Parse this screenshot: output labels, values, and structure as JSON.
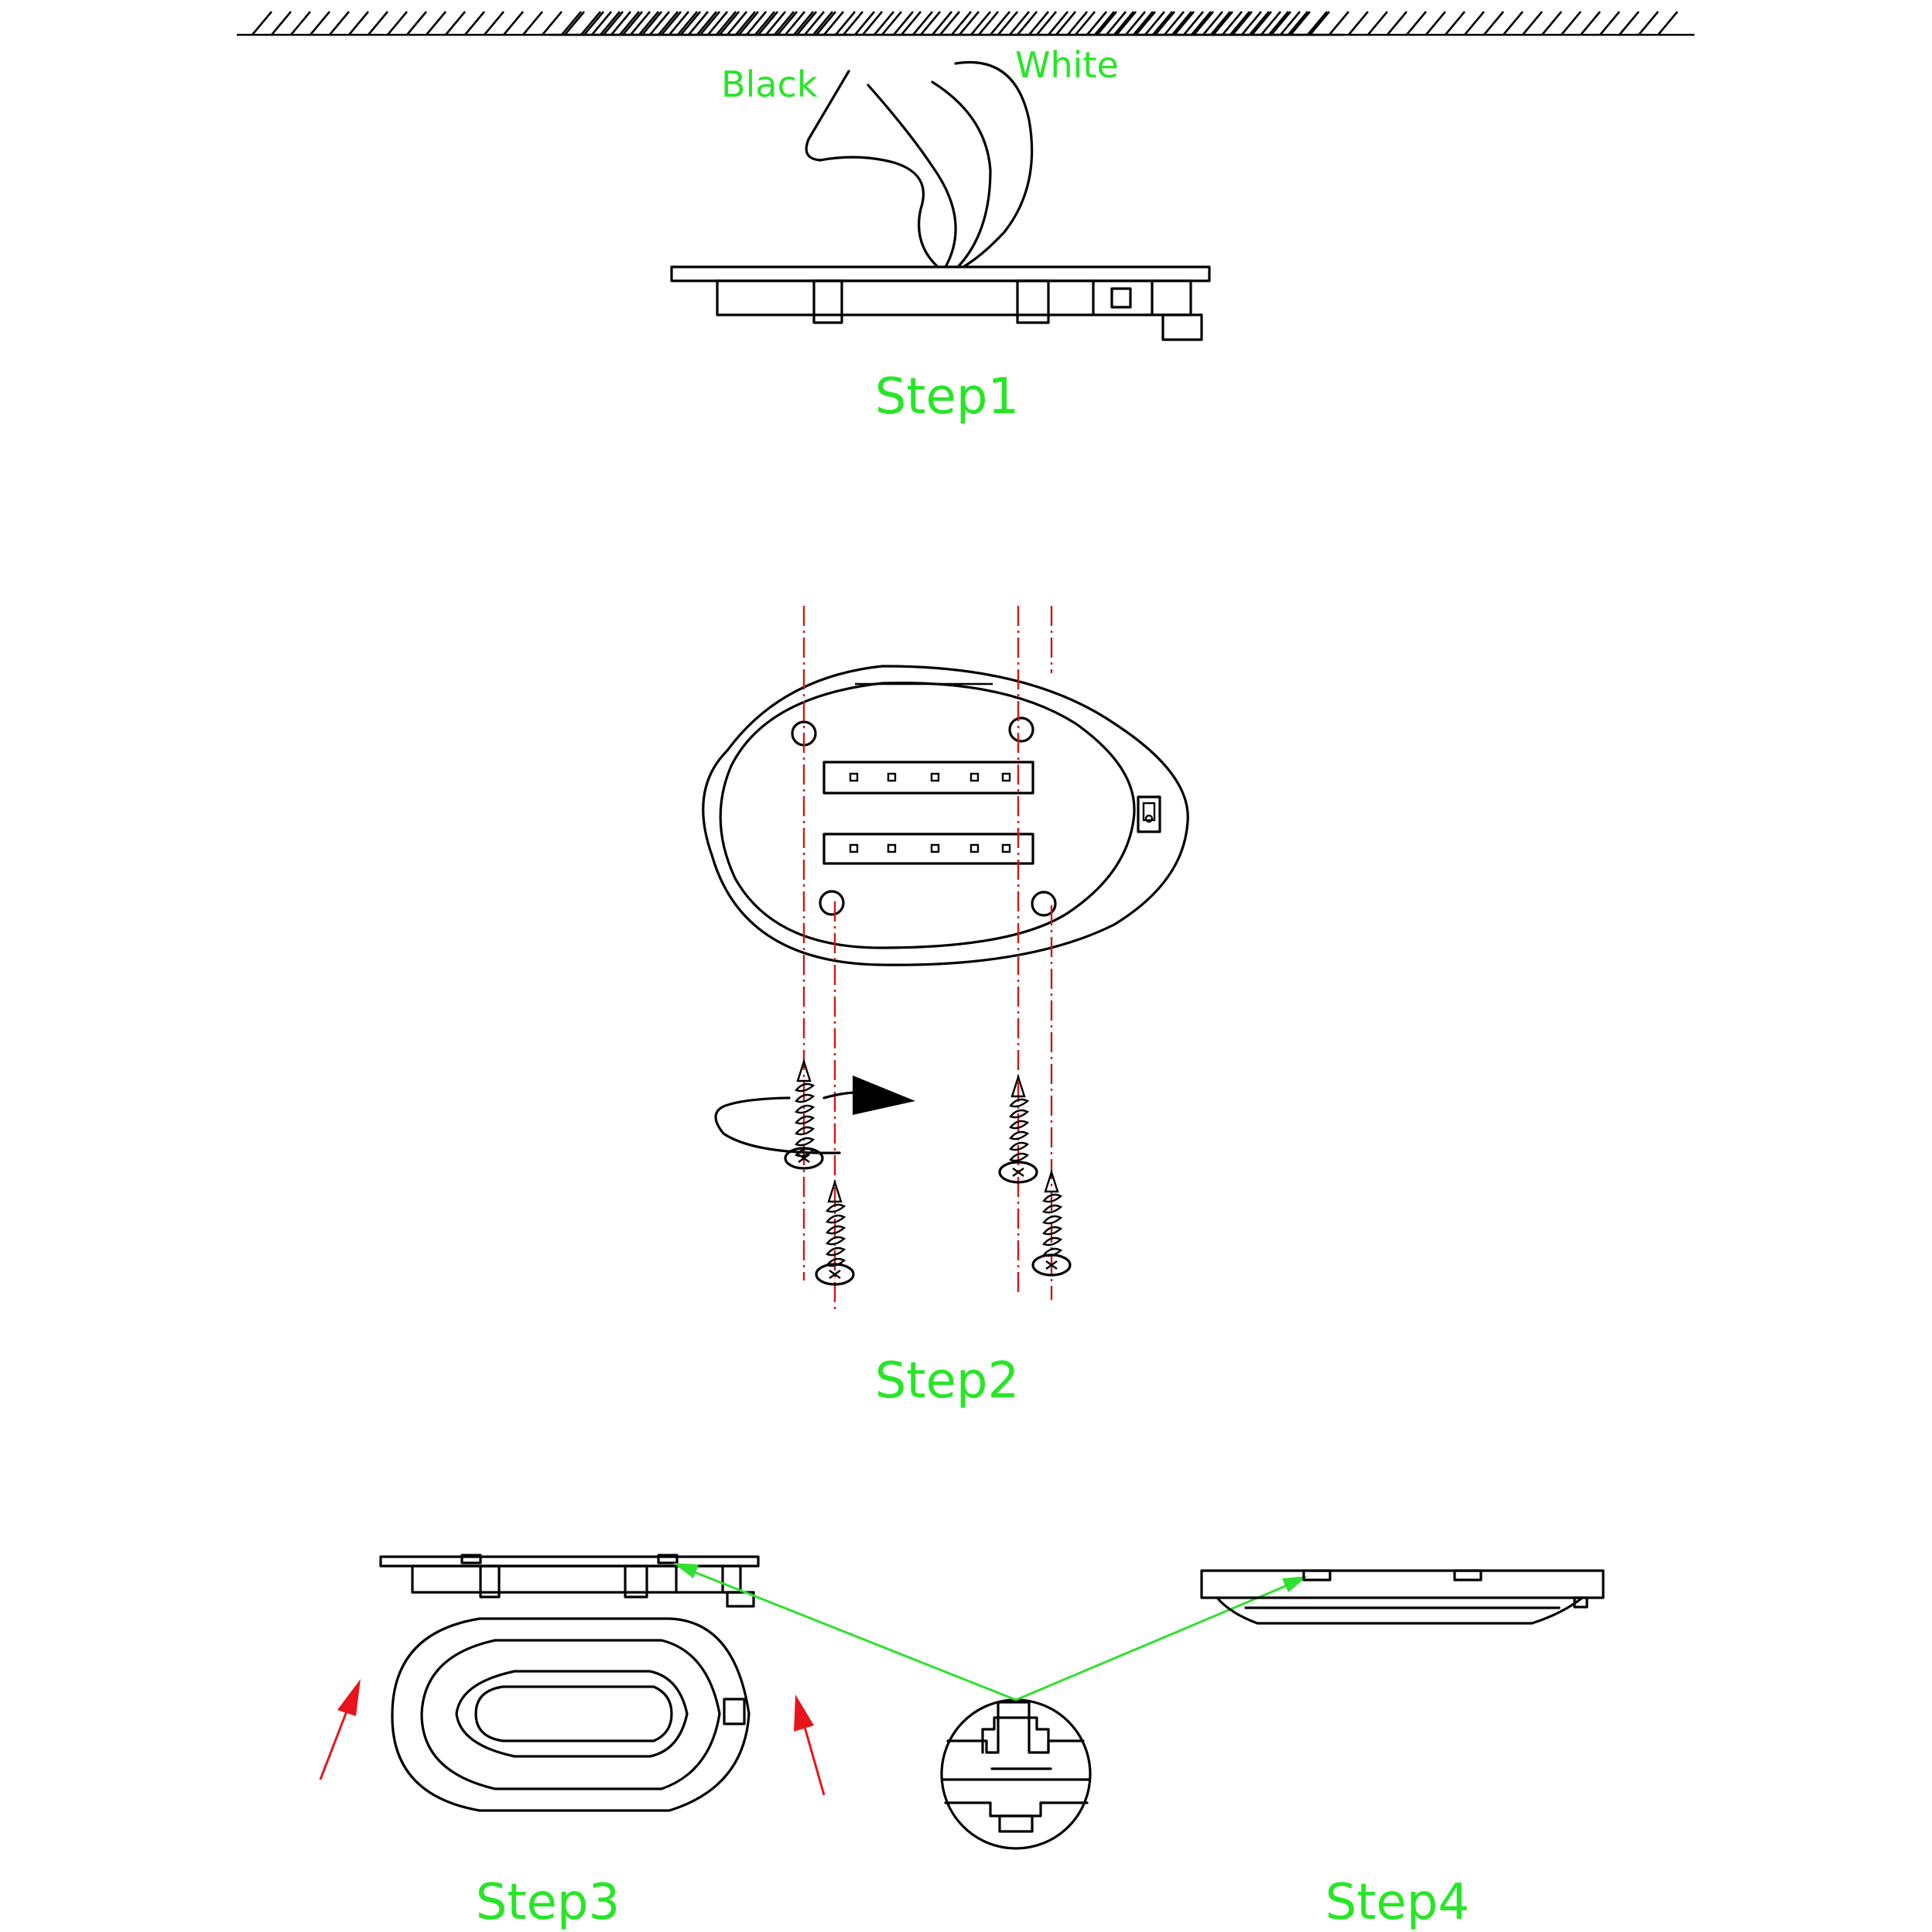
{
  "colors": {
    "label_green": "#26e626",
    "guide_red": "#d01818",
    "arrow_red": "#e8141c",
    "pointer_green": "#2fe02f",
    "line_black": "#000000"
  },
  "wire_labels": {
    "black": "Black",
    "white": "White"
  },
  "steps": [
    {
      "label": "Step1"
    },
    {
      "label": "Step2"
    },
    {
      "label": "Step3"
    },
    {
      "label": "Step4"
    }
  ],
  "icons": [
    "ceiling-hatch-icon",
    "screw-icon",
    "rotation-arrow-icon",
    "push-arrow-icon",
    "detail-magnifier-icon"
  ]
}
